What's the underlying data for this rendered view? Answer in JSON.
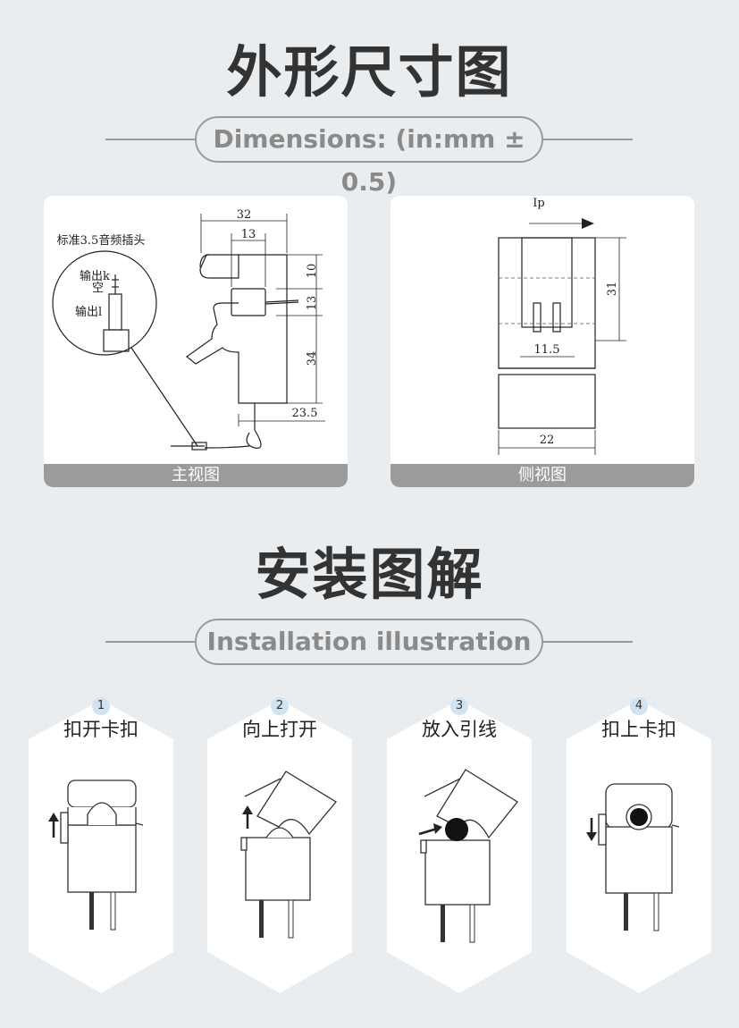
{
  "header1": {
    "title": "外形尺寸图",
    "subtitle": "Dimensions: (in:mm ± 0.5)"
  },
  "front_view": {
    "caption": "主视图",
    "plug_label": "标准3.5音频插头",
    "out1": "输出k",
    "empty": "空",
    "out2": "输出l",
    "dim_32": "32",
    "dim_13w": "13",
    "dim_10": "10",
    "dim_13h": "13",
    "dim_34": "34",
    "dim_23_5": "23.5"
  },
  "side_view": {
    "caption": "侧视图",
    "ip": "Ip",
    "dim_31": "31",
    "dim_11_5": "11.5",
    "dim_22": "22"
  },
  "header2": {
    "title": "安装图解",
    "subtitle": "Installation illustration"
  },
  "steps": [
    {
      "num": "1",
      "label": "扣开卡扣"
    },
    {
      "num": "2",
      "label": "向上打开"
    },
    {
      "num": "3",
      "label": "放入引线"
    },
    {
      "num": "4",
      "label": "扣上卡扣"
    }
  ]
}
